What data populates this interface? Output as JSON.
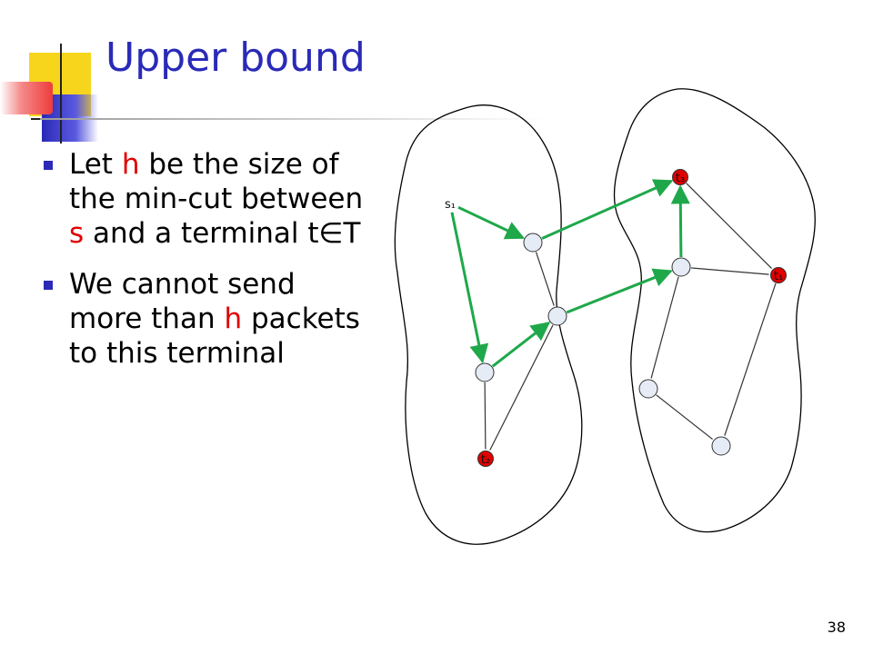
{
  "slide": {
    "title": "Upper bound",
    "page_number": "38",
    "bullets": [
      {
        "parts": [
          {
            "text": "Let ",
            "color": "#000000"
          },
          {
            "text": "h",
            "color": "#e00000"
          },
          {
            "text": " be the size of the min-cut between ",
            "color": "#000000"
          },
          {
            "text": "s",
            "color": "#e00000"
          },
          {
            "text": " and a terminal t∈T",
            "color": "#000000"
          }
        ]
      },
      {
        "parts": [
          {
            "text": "We cannot send more than ",
            "color": "#000000"
          },
          {
            "text": "h",
            "color": "#e00000"
          },
          {
            "text": " packets to this terminal",
            "color": "#000000"
          }
        ]
      }
    ]
  },
  "diagram": {
    "colors": {
      "arc": "#1fa84a",
      "terminal": "#e00000",
      "node": "#e6ecf6",
      "edge": "#333333"
    },
    "nodes": [
      {
        "id": "s1",
        "label": "s₁",
        "type": "source"
      },
      {
        "id": "a",
        "label": "",
        "type": "plain"
      },
      {
        "id": "b",
        "label": "",
        "type": "plain"
      },
      {
        "id": "c",
        "label": "",
        "type": "plain"
      },
      {
        "id": "t2",
        "label": "t₂",
        "type": "terminal"
      },
      {
        "id": "t3",
        "label": "t₃",
        "type": "terminal"
      },
      {
        "id": "d",
        "label": "",
        "type": "plain"
      },
      {
        "id": "t1",
        "label": "t₁",
        "type": "terminal"
      },
      {
        "id": "e",
        "label": "",
        "type": "plain"
      },
      {
        "id": "f",
        "label": "",
        "type": "plain"
      }
    ],
    "arcs": [
      {
        "from": "s1",
        "to": "a"
      },
      {
        "from": "s1",
        "to": "c"
      },
      {
        "from": "c",
        "to": "b"
      },
      {
        "from": "a",
        "to": "t3"
      },
      {
        "from": "b",
        "to": "d"
      },
      {
        "from": "d",
        "to": "t3"
      }
    ],
    "edges": [
      {
        "from": "a",
        "to": "b"
      },
      {
        "from": "c",
        "to": "t2"
      },
      {
        "from": "b",
        "to": "t2"
      },
      {
        "from": "t3",
        "to": "t1"
      },
      {
        "from": "d",
        "to": "t1"
      },
      {
        "from": "d",
        "to": "e"
      },
      {
        "from": "e",
        "to": "f"
      },
      {
        "from": "t1",
        "to": "f"
      }
    ]
  }
}
